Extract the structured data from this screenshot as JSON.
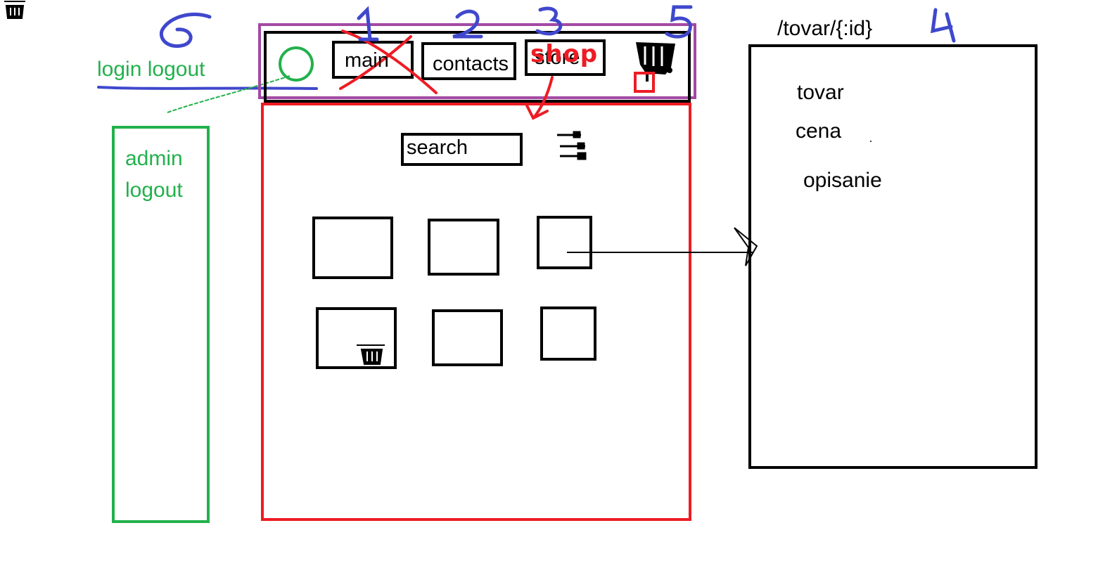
{
  "colors": {
    "ink": "#000000",
    "green": "#22b14c",
    "blue": "#3f48cc",
    "red": "#ed1c24",
    "purple": "#a349a4"
  },
  "icons": {
    "cart": "cart-icon",
    "user": "user-circle-icon",
    "filter": "filter-sliders-icon",
    "arrow": "arrow-icon"
  },
  "sidebar": {
    "top_label": "login logout",
    "panel_line1": "admin",
    "panel_line2": "logout"
  },
  "header": {
    "nav_main": "main",
    "nav_contacts": "contacts",
    "nav_store": "store",
    "store_correction": "shop"
  },
  "content": {
    "search_label": "search",
    "product_count": 6
  },
  "detail": {
    "route": "/tovar/{:id}",
    "name": "tovar",
    "price": "cena",
    "description": "opisanie"
  },
  "annotations": {
    "n1": "1",
    "n2": "2",
    "n3": "3",
    "n4": "4",
    "n5": "5",
    "n6": "6"
  }
}
